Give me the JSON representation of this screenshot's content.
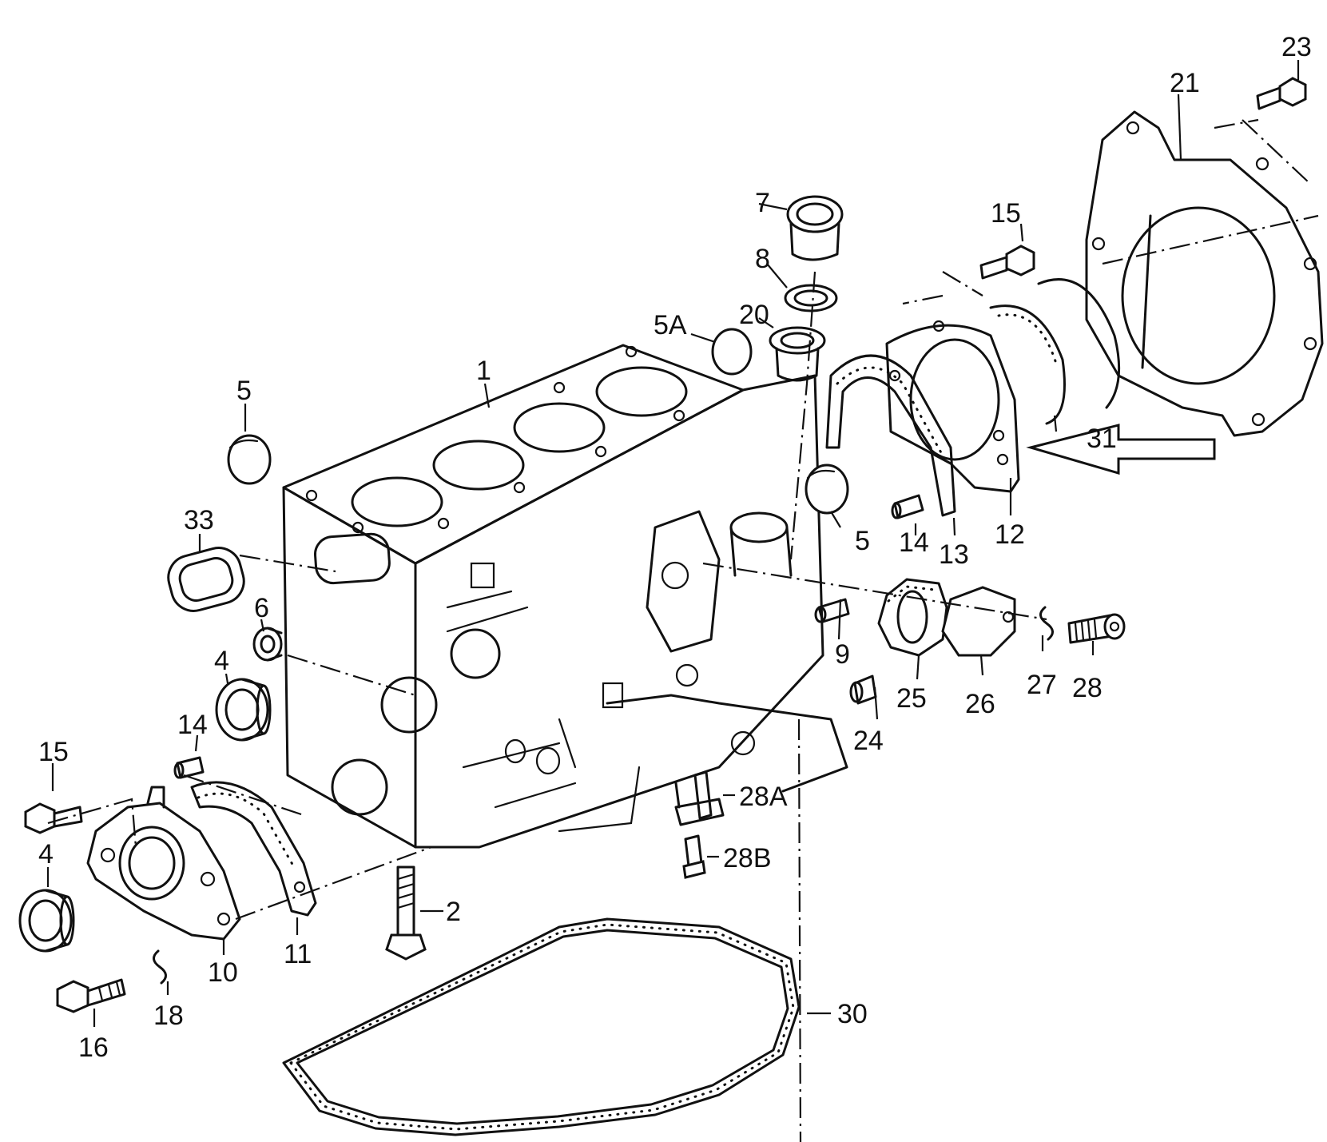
{
  "callouts": {
    "c1": "1",
    "c2": "2",
    "c4a": "4",
    "c4b": "4",
    "c5a": "5",
    "c5b": "5",
    "c5A": "5A",
    "c6": "6",
    "c7": "7",
    "c8": "8",
    "c9": "9",
    "c10": "10",
    "c11": "11",
    "c12": "12",
    "c13": "13",
    "c14a": "14",
    "c14b": "14",
    "c15a": "15",
    "c15b": "15",
    "c16": "16",
    "c18": "18",
    "c20": "20",
    "c21": "21",
    "c23": "23",
    "c24": "24",
    "c25": "25",
    "c26": "26",
    "c27": "27",
    "c28": "28",
    "c28A": "28A",
    "c28B": "28B",
    "c30": "30",
    "c31": "31",
    "c33": "33"
  },
  "colors": {
    "ink": "#111111",
    "paper": "#ffffff"
  }
}
